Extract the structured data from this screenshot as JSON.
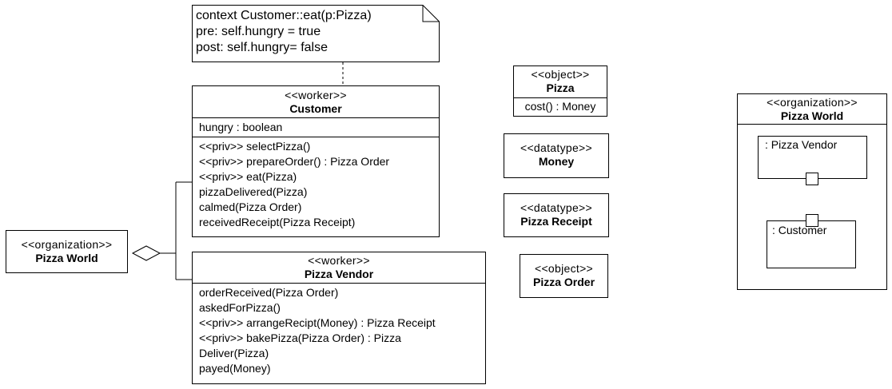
{
  "note": {
    "lines": [
      "context Customer::eat(p:Pizza)",
      "pre: self.hungry = true",
      "post: self.hungry= false"
    ]
  },
  "customer": {
    "stereotype": "<<worker>>",
    "name": "Customer",
    "attributes": [
      "hungry : boolean"
    ],
    "operations": [
      "<<priv>>  selectPizza()",
      "<<priv>>  prepareOrder() : Pizza Order",
      "<<priv>>  eat(Pizza)",
      "pizzaDelivered(Pizza)",
      "calmed(Pizza Order)",
      "receivedReceipt(Pizza Receipt)"
    ]
  },
  "vendor": {
    "stereotype": "<<worker>>",
    "name": "Pizza Vendor",
    "operations": [
      "orderReceived(Pizza Order)",
      "askedForPizza()",
      "<<priv>>  arrangeRecipt(Money) : Pizza Receipt",
      "<<priv>>  bakePizza(Pizza Order) : Pizza",
      "Deliver(Pizza)",
      "payed(Money)"
    ]
  },
  "org_left": {
    "stereotype": "<<organization>>",
    "name": "Pizza World"
  },
  "pizza": {
    "stereotype": "<<object>>",
    "name": "Pizza",
    "operation": "cost() : Money"
  },
  "money": {
    "stereotype": "<<datatype>>",
    "name": "Money"
  },
  "receipt": {
    "stereotype": "<<datatype>>",
    "name": "Pizza Receipt"
  },
  "order": {
    "stereotype": "<<object>>",
    "name": "Pizza Order"
  },
  "org_right": {
    "stereotype": "<<organization>>",
    "name": "Pizza World",
    "parts": [
      ": Pizza Vendor",
      ":  Customer"
    ]
  }
}
